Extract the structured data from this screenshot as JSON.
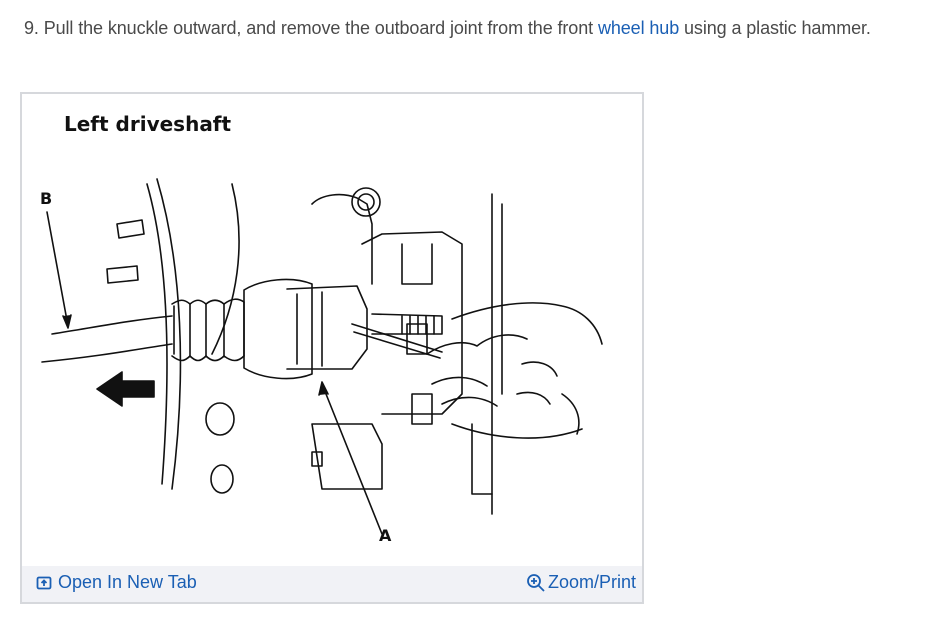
{
  "step": {
    "text_before": "9. Pull the knuckle outward, and remove the outboard joint from the front ",
    "link_text": "wheel hub",
    "text_after": " using a plastic hammer."
  },
  "figure": {
    "title": "Left driveshaft",
    "callout_a": "A",
    "callout_b": "B"
  },
  "footer": {
    "open_tab_label": "Open In New Tab",
    "zoom_label": "Zoom/Print",
    "open_tab_icon": "external-tab-icon",
    "zoom_icon": "zoom-plus-icon",
    "link_color": "#1a5fb4"
  }
}
